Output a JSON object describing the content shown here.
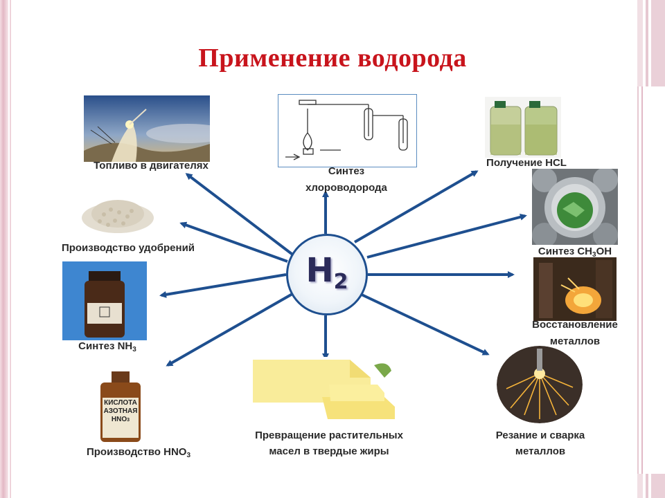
{
  "title": "Применение водорода",
  "center": {
    "formula": "H",
    "subscript": "2"
  },
  "applications": {
    "fuel": "Топливо в двигателях",
    "hcl_synthesis_line1": "Синтез",
    "hcl_synthesis_line2": "хлороводорода",
    "hcl_production": "Получение HCL",
    "fertilizers": "Производство удобрений",
    "methanol_prefix": "Синтез CH",
    "methanol_sub": "3",
    "methanol_suffix": "OH",
    "metal_reduction_line1": "Восстановление",
    "metal_reduction_line2": "металлов",
    "ammonia_prefix": "Синтез NH",
    "ammonia_sub": "3",
    "oil_line1": "Превращение растительных",
    "oil_line2": "масел в твердые жиры",
    "cutting_line1": "Резание и сварка",
    "cutting_line2": "металлов",
    "nitric_prefix": "Производство HNO",
    "nitric_sub": "3"
  },
  "bottle_label": {
    "line1": "КИСЛОТА",
    "line2": "АЗОТНАЯ",
    "line3": "HNO",
    "line3_sub": "3"
  },
  "colors": {
    "title": "#c8141c",
    "arrow": "#1e4f8f",
    "hub_border": "#1e4f8f"
  }
}
